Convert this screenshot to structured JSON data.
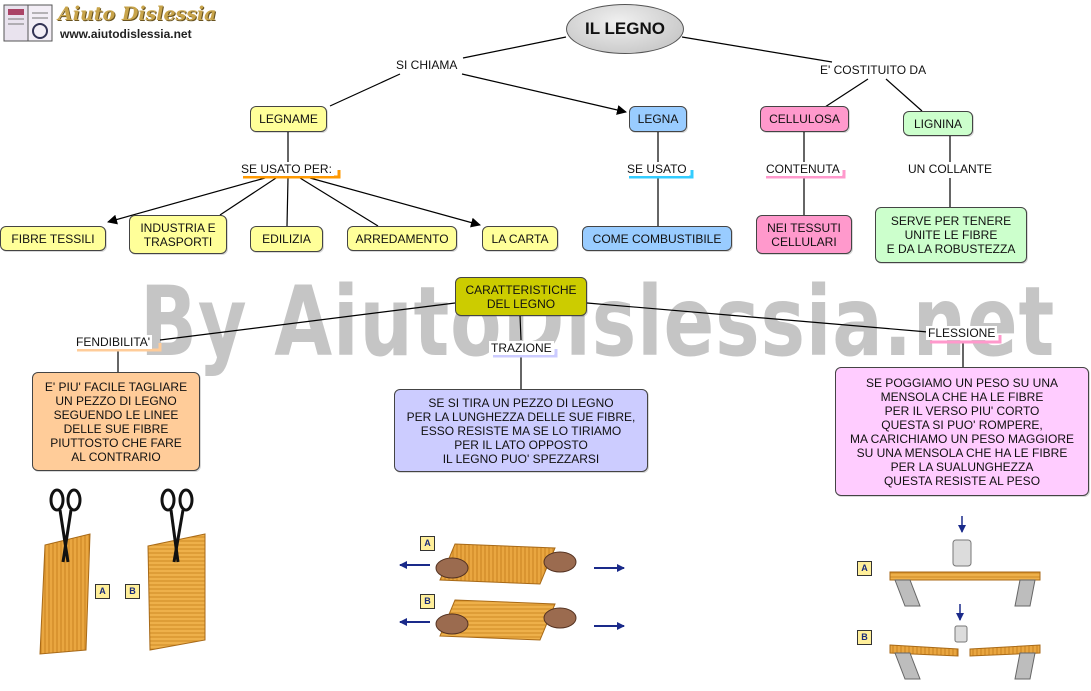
{
  "logo": {
    "name": "Aiuto Dislessia",
    "url": "www.aiutodislessia.net"
  },
  "title": "IL LEGNO",
  "watermark": "By AiutoDislessia.net",
  "labels": {
    "si_chiama": "SI CHIAMA",
    "costituito": "E' COSTITUITO DA",
    "se_usato_per": "SE USATO PER:",
    "se_usato": "SE USATO",
    "contenuta": "CONTENUTA",
    "un_collante": "UN COLLANTE",
    "fendibilita": "FENDIBILITA'",
    "trazione": "TRAZIONE",
    "flessione": "FLESSIONE"
  },
  "nodes": {
    "legname": "LEGNAME",
    "legna": "LEGNA",
    "cellulosa": "CELLULOSA",
    "lignina": "LIGNINA",
    "fibre_tessili": "FIBRE TESSILI",
    "industria": "INDUSTRIA E\nTRASPORTI",
    "edilizia": "EDILIZIA",
    "arredamento": "ARREDAMENTO",
    "la_carta": "LA CARTA",
    "combustibile": "COME COMBUSTIBILE",
    "tessuti": "NEI TESSUTI\nCELLULARI",
    "collante": "SERVE PER TENERE\nUNITE LE FIBRE\nE DA LA ROBUSTEZZA",
    "caratteristiche": "CARATTERISTICHE\nDEL LEGNO",
    "fendibilita_text": "E' PIU' FACILE TAGLIARE\nUN PEZZO DI LEGNO\nSEGUENDO LE LINEE\nDELLE SUE FIBRE\nPIUTTOSTO CHE FARE\nAL CONTRARIO",
    "trazione_text": "SE SI TIRA UN PEZZO DI LEGNO\nPER LA LUNGHEZZA DELLE SUE FIBRE,\nESSO RESISTE MA SE LO TIRIAMO\nPER IL LATO OPPOSTO\nIL LEGNO PUO' SPEZZARSI",
    "flessione_text": "SE POGGIAMO UN PESO SU UNA\nMENSOLA CHE HA LE FIBRE\nPER IL VERSO PIU' CORTO\nQUESTA SI PUO' ROMPERE,\nMA CARICHIAMO UN PESO MAGGIORE\nSU UNA MENSOLA CHE HA LE FIBRE\nPER LA SUALUNGHEZZA\nQUESTA RESISTE AL PESO"
  },
  "figure_tags": {
    "a": "A",
    "b": "B"
  },
  "colors": {
    "yellow": "#ffff99",
    "blue": "#99ccff",
    "pink": "#ff99cc",
    "green": "#ccffcc",
    "olive": "#cccc00",
    "orange": "#ffcc99",
    "lavender": "#ccccff",
    "light_pink": "#ffccff",
    "wood": "#e8a640"
  }
}
